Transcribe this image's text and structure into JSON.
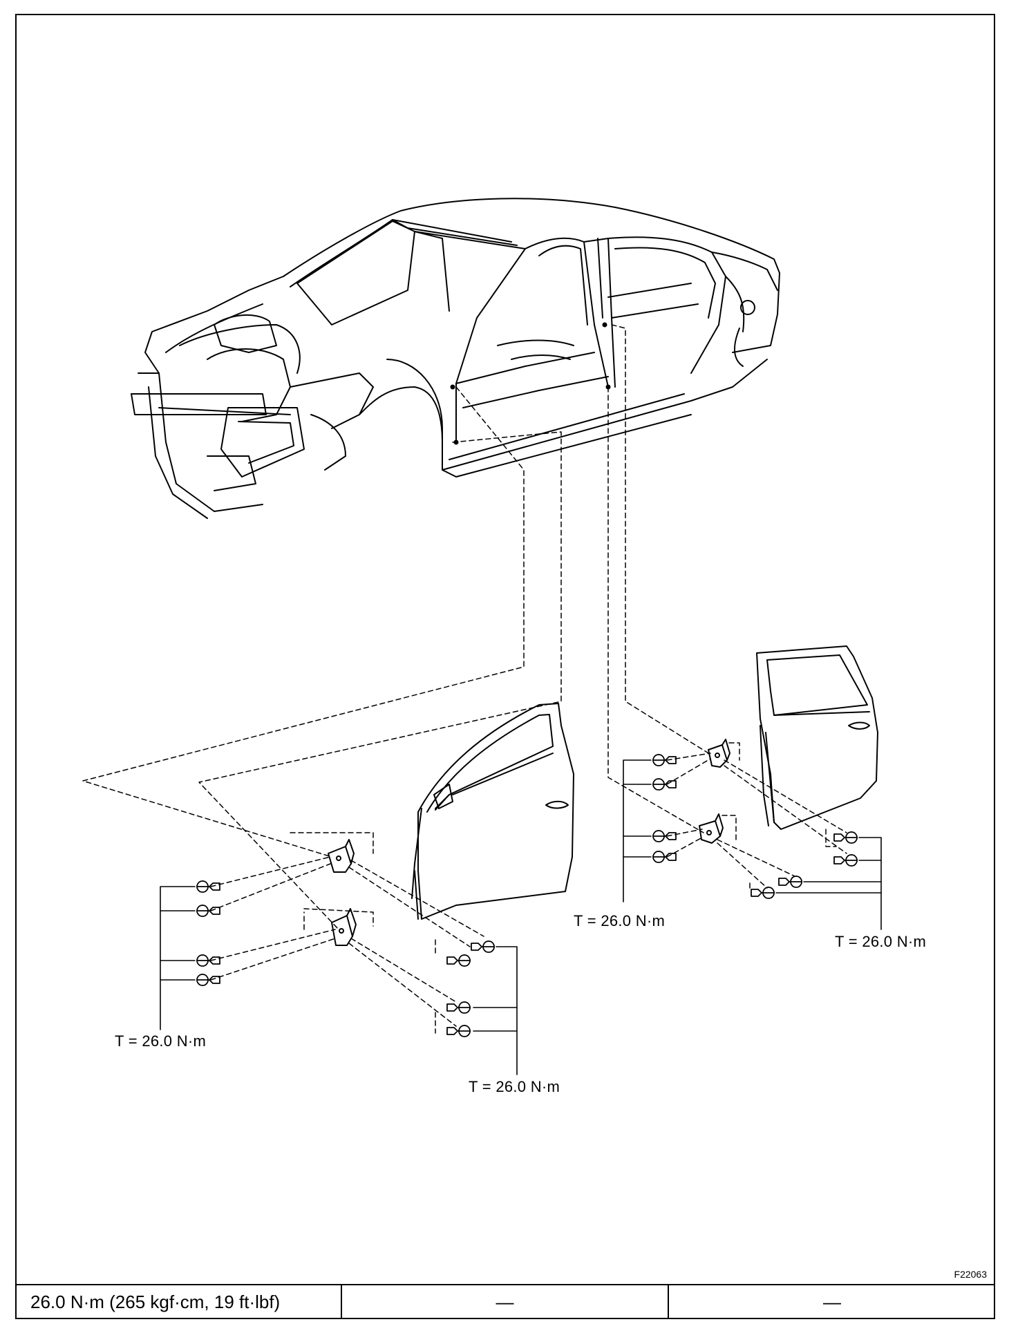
{
  "labels": {
    "torque_front_upper": "T = 26.0 N·m",
    "torque_front_lower": "T = 26.0 N·m",
    "torque_rear_left": "T = 26.0 N·m",
    "torque_rear_right": "T = 26.0 N·m"
  },
  "figure_id": "F22063",
  "spec_table": {
    "col1": "26.0 N·m (265 kgf·cm, 19 ft·lbf)",
    "col2": "—",
    "col3": "—"
  }
}
